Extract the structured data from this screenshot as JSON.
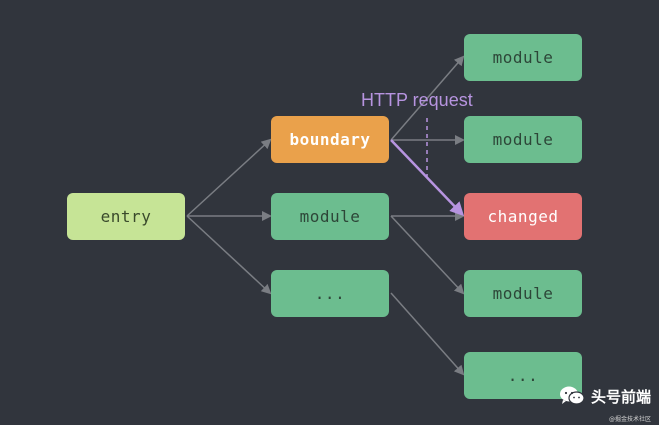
{
  "nodes": {
    "entry": "entry",
    "boundary": "boundary",
    "module_mid": "module",
    "dots_mid": "...",
    "module_r1": "module",
    "module_r2": "module",
    "changed": "changed",
    "module_r4": "module",
    "dots_r5": "..."
  },
  "annotation": {
    "http_request": "HTTP request"
  },
  "watermark": {
    "title": "头号前端",
    "subtitle": "@掘金技术社区"
  },
  "colors": {
    "background": "#31353d",
    "entry": "#c6e496",
    "module": "#6cbd8f",
    "boundary": "#eaa14b",
    "changed": "#e27272",
    "http_arrow": "#b794e0",
    "edge": "#7a7d83"
  }
}
